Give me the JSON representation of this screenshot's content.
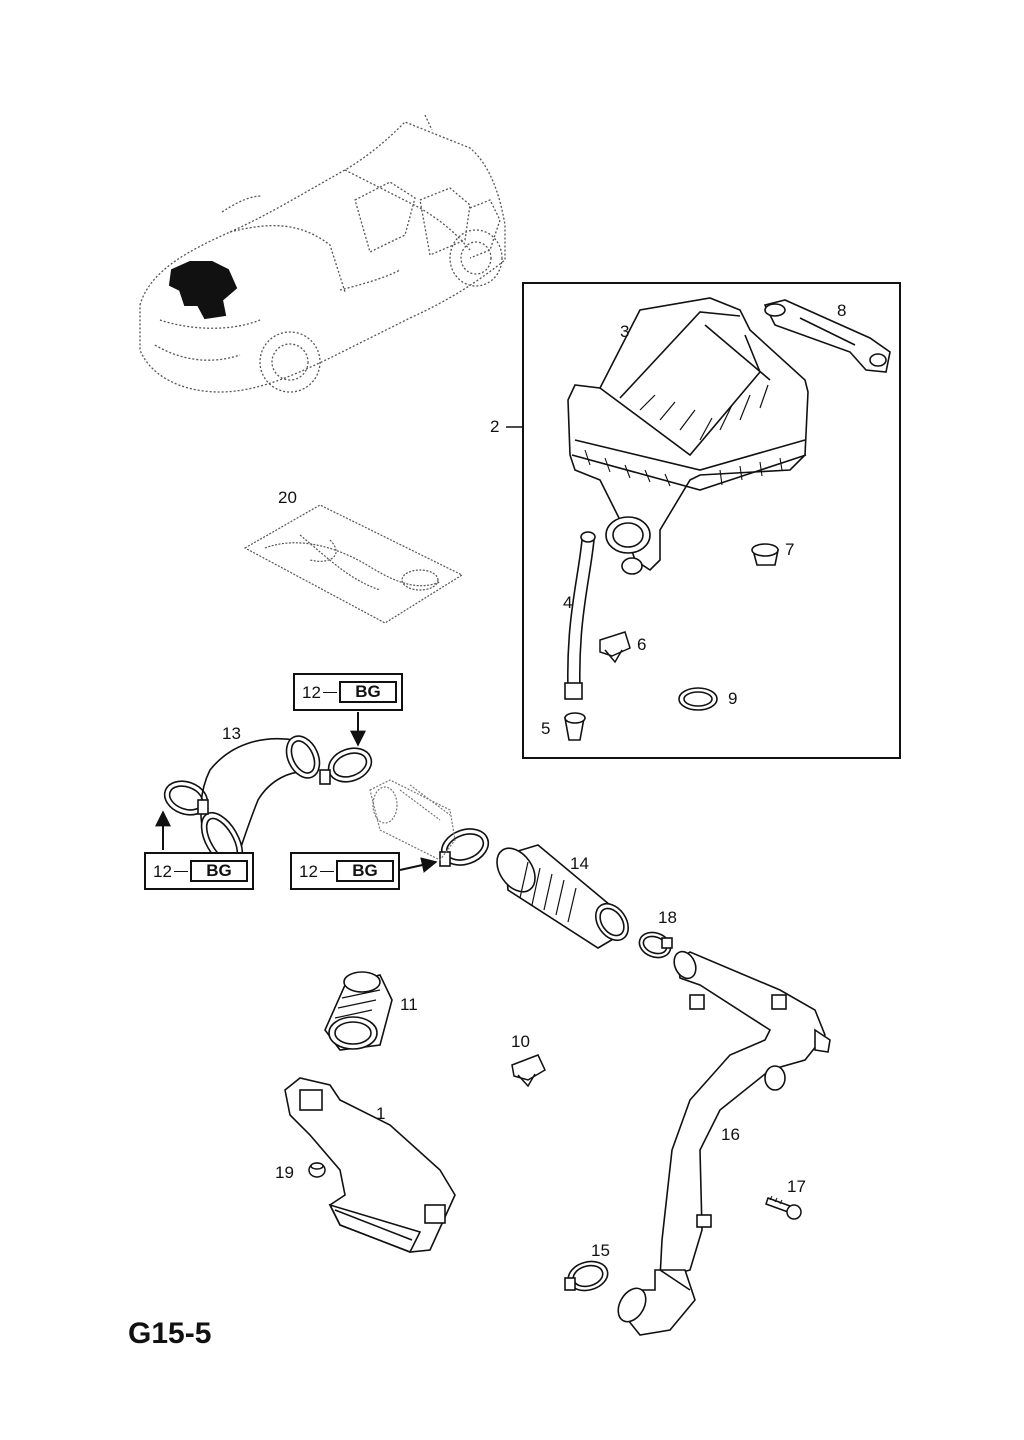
{
  "diagram": {
    "page_code": "G15-5",
    "callouts": {
      "c1": "1",
      "c2": "2",
      "c3": "3",
      "c4": "4",
      "c5": "5",
      "c6": "6",
      "c7": "7",
      "c8": "8",
      "c9": "9",
      "c10": "10",
      "c11": "11",
      "c13": "13",
      "c14": "14",
      "c15": "15",
      "c16": "16",
      "c17": "17",
      "c18": "18",
      "c19": "19",
      "c20": "20"
    },
    "reference_boxes": [
      {
        "part": "12",
        "code": "BG"
      },
      {
        "part": "12",
        "code": "BG"
      },
      {
        "part": "12",
        "code": "BG"
      }
    ]
  }
}
